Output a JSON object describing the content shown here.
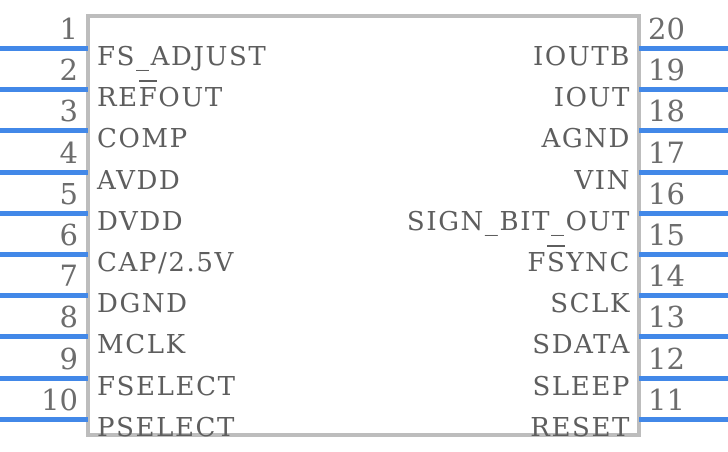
{
  "component": {
    "package": "20-pin dual-inline IC symbol",
    "body_border_color": "#bdbdbd",
    "pin_line_color": "#4288e8",
    "label_color": "#5e5e5e",
    "number_color": "#6d6d6d"
  },
  "pins": {
    "left": [
      {
        "number": "1",
        "label": "FS_ADJUST",
        "overline": ""
      },
      {
        "number": "2",
        "label": "REFOUT",
        "overline": "F"
      },
      {
        "number": "3",
        "label": "COMP",
        "overline": ""
      },
      {
        "number": "4",
        "label": "AVDD",
        "overline": ""
      },
      {
        "number": "5",
        "label": "DVDD",
        "overline": ""
      },
      {
        "number": "6",
        "label": "CAP/2.5V",
        "overline": ""
      },
      {
        "number": "7",
        "label": "DGND",
        "overline": ""
      },
      {
        "number": "8",
        "label": "MCLK",
        "overline": ""
      },
      {
        "number": "9",
        "label": "FSELECT",
        "overline": ""
      },
      {
        "number": "10",
        "label": "PSELECT",
        "overline": ""
      }
    ],
    "right": [
      {
        "number": "20",
        "label": "IOUTB",
        "overline": ""
      },
      {
        "number": "19",
        "label": "IOUT",
        "overline": ""
      },
      {
        "number": "18",
        "label": "AGND",
        "overline": ""
      },
      {
        "number": "17",
        "label": "VIN",
        "overline": ""
      },
      {
        "number": "16",
        "label": "SIGN_BIT_OUT",
        "overline": ""
      },
      {
        "number": "15",
        "label": "FSYNC",
        "overline": "S"
      },
      {
        "number": "14",
        "label": "SCLK",
        "overline": ""
      },
      {
        "number": "13",
        "label": "SDATA",
        "overline": ""
      },
      {
        "number": "12",
        "label": "SLEEP",
        "overline": ""
      },
      {
        "number": "11",
        "label": "RESET",
        "overline": ""
      }
    ]
  }
}
